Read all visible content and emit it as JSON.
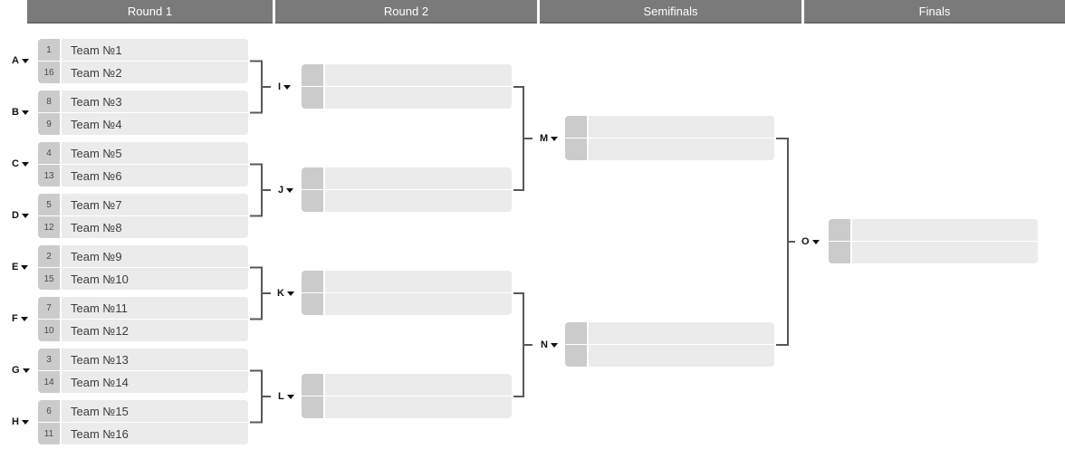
{
  "rounds": [
    {
      "label": "Round 1"
    },
    {
      "label": "Round 2"
    },
    {
      "label": "Semifinals"
    },
    {
      "label": "Finals"
    }
  ],
  "round1": {
    "matches": [
      {
        "id": "A",
        "teams": [
          {
            "seed": "1",
            "name": "Team №1"
          },
          {
            "seed": "16",
            "name": "Team №2"
          }
        ]
      },
      {
        "id": "B",
        "teams": [
          {
            "seed": "8",
            "name": "Team №3"
          },
          {
            "seed": "9",
            "name": "Team №4"
          }
        ]
      },
      {
        "id": "C",
        "teams": [
          {
            "seed": "4",
            "name": "Team №5"
          },
          {
            "seed": "13",
            "name": "Team №6"
          }
        ]
      },
      {
        "id": "D",
        "teams": [
          {
            "seed": "5",
            "name": "Team №7"
          },
          {
            "seed": "12",
            "name": "Team №8"
          }
        ]
      },
      {
        "id": "E",
        "teams": [
          {
            "seed": "2",
            "name": "Team №9"
          },
          {
            "seed": "15",
            "name": "Team №10"
          }
        ]
      },
      {
        "id": "F",
        "teams": [
          {
            "seed": "7",
            "name": "Team №11"
          },
          {
            "seed": "10",
            "name": "Team №12"
          }
        ]
      },
      {
        "id": "G",
        "teams": [
          {
            "seed": "3",
            "name": "Team №13"
          },
          {
            "seed": "14",
            "name": "Team №14"
          }
        ]
      },
      {
        "id": "H",
        "teams": [
          {
            "seed": "6",
            "name": "Team №15"
          },
          {
            "seed": "11",
            "name": "Team №16"
          }
        ]
      }
    ]
  },
  "round2": {
    "matches": [
      {
        "id": "I"
      },
      {
        "id": "J"
      },
      {
        "id": "K"
      },
      {
        "id": "L"
      }
    ]
  },
  "semifinals": {
    "matches": [
      {
        "id": "M"
      },
      {
        "id": "N"
      }
    ]
  },
  "finals": {
    "matches": [
      {
        "id": "O"
      }
    ]
  },
  "colors": {
    "header_bg": "#7a7a7a",
    "header_border": "#686868",
    "header_text": "#ffffff",
    "seed_bg": "#cbcbcb",
    "slot_bg": "#ebebeb",
    "connector": "#58585a",
    "label_text": "#111111"
  }
}
